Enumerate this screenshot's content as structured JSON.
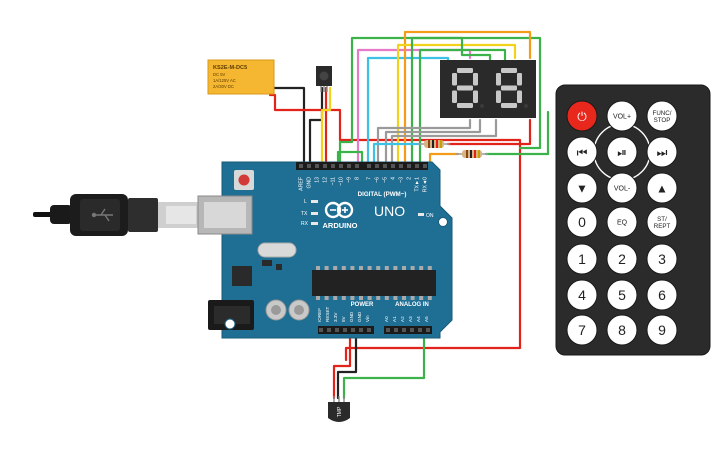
{
  "relay": {
    "part": "KS2E-M-DC5",
    "line1": "DC 5V",
    "line2": "1A/125V AC",
    "line3": "2A/30V DC"
  },
  "arduino": {
    "brand": "ARDUINO",
    "model": "UNO",
    "on_label": "ON",
    "digital_label": "DIGITAL (PWM~)",
    "power_label": "POWER",
    "analog_label": "ANALOG IN",
    "led_labels": [
      "L",
      "TX",
      "RX"
    ],
    "top_pins": [
      "AREF",
      "GND",
      "13",
      "12",
      "~11",
      "~10",
      "~9",
      "8",
      "7",
      "~6",
      "~5",
      "4",
      "~3",
      "2",
      "TX►1",
      "RX◄0"
    ],
    "power_pins": [
      "IOREF",
      "RESET",
      "3.3V",
      "5V",
      "GND",
      "GND",
      "Vin"
    ],
    "analog_pins": [
      "A0",
      "A1",
      "A2",
      "A3",
      "A4",
      "A5"
    ]
  },
  "display": {
    "digits": [
      "8",
      "8"
    ]
  },
  "sensor": {
    "label": "TMP"
  },
  "remote": {
    "buttons": [
      {
        "id": "power",
        "label": "⏻",
        "icon": "power-icon"
      },
      {
        "id": "vol-up",
        "label": "VOL+"
      },
      {
        "id": "func-stop",
        "label": "FUNC/",
        "label2": "STOP"
      },
      {
        "id": "prev",
        "label": "⏮",
        "icon": "skip-back-icon"
      },
      {
        "id": "play-pause",
        "label": "⏯",
        "icon": "play-pause-icon"
      },
      {
        "id": "next",
        "label": "⏭",
        "icon": "skip-forward-icon"
      },
      {
        "id": "down",
        "label": "▼",
        "icon": "down-arrow-icon"
      },
      {
        "id": "vol-down",
        "label": "VOL-"
      },
      {
        "id": "up",
        "label": "▲",
        "icon": "up-arrow-icon"
      },
      {
        "id": "num-0",
        "label": "0"
      },
      {
        "id": "eq",
        "label": "EQ"
      },
      {
        "id": "st-rept",
        "label": "ST/",
        "label2": "REPT"
      },
      {
        "id": "num-1",
        "label": "1"
      },
      {
        "id": "num-2",
        "label": "2"
      },
      {
        "id": "num-3",
        "label": "3"
      },
      {
        "id": "num-4",
        "label": "4"
      },
      {
        "id": "num-5",
        "label": "5"
      },
      {
        "id": "num-6",
        "label": "6"
      },
      {
        "id": "num-7",
        "label": "7"
      },
      {
        "id": "num-8",
        "label": "8"
      },
      {
        "id": "num-9",
        "label": "9"
      }
    ]
  },
  "colors": {
    "board": "#1f6e94",
    "board_edge": "#195a79",
    "relay": "#f5b731",
    "remote_body": "#2b2b2b",
    "remote_button": "#ffffff",
    "power_button": "#e8281d",
    "segment": "#c8c8c8",
    "display_body": "#2a2a2a",
    "wire_red": "#e2231a",
    "wire_green": "#3cb34a",
    "wire_orange": "#f39c1a",
    "wire_yellow": "#f2d21a",
    "wire_cyan": "#3ec1e6",
    "wire_pink": "#e67ac8",
    "wire_black": "#222222",
    "wire_gray": "#9a9a9a"
  }
}
